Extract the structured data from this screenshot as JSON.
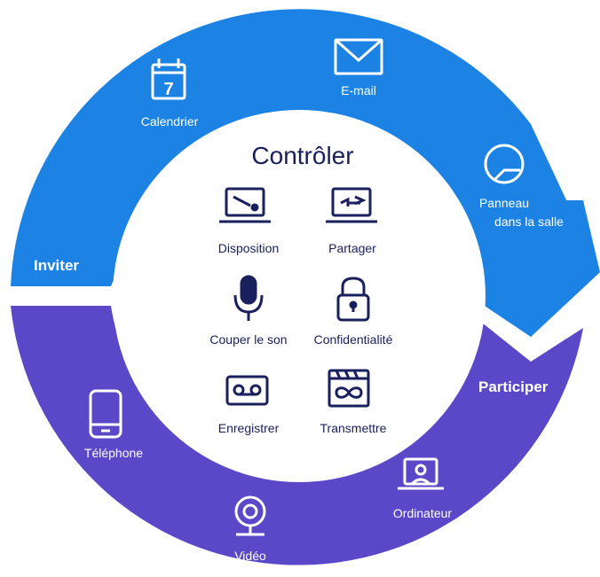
{
  "colors": {
    "blue": "#1c83e4",
    "purple": "#5a48c8",
    "navy": "#1a1f5e",
    "white": "#ffffff"
  },
  "sections": {
    "invite": {
      "title": "Inviter",
      "items": [
        {
          "label": "Calendrier",
          "icon": "calendar-icon",
          "badge": "7"
        },
        {
          "label": "E-mail",
          "icon": "envelope-icon"
        },
        {
          "label_line1": "Panneau",
          "label_line2": "dans la salle",
          "icon": "room-panel-icon"
        }
      ]
    },
    "join": {
      "title": "Participer",
      "items": [
        {
          "label": "Ordinateur",
          "icon": "computer-icon"
        },
        {
          "label": "Vidéo",
          "icon": "webcam-icon"
        },
        {
          "label": "Téléphone",
          "icon": "phone-icon"
        }
      ]
    },
    "control": {
      "title": "Contrôler",
      "items": [
        {
          "label": "Disposition",
          "icon": "layout-laptop-icon"
        },
        {
          "label": "Partager",
          "icon": "share-laptop-icon"
        },
        {
          "label": "Couper le son",
          "icon": "microphone-icon"
        },
        {
          "label": "Confidentialité",
          "icon": "lock-icon"
        },
        {
          "label": "Enregistrer",
          "icon": "record-icon"
        },
        {
          "label": "Transmettre",
          "icon": "stream-icon"
        }
      ]
    }
  }
}
